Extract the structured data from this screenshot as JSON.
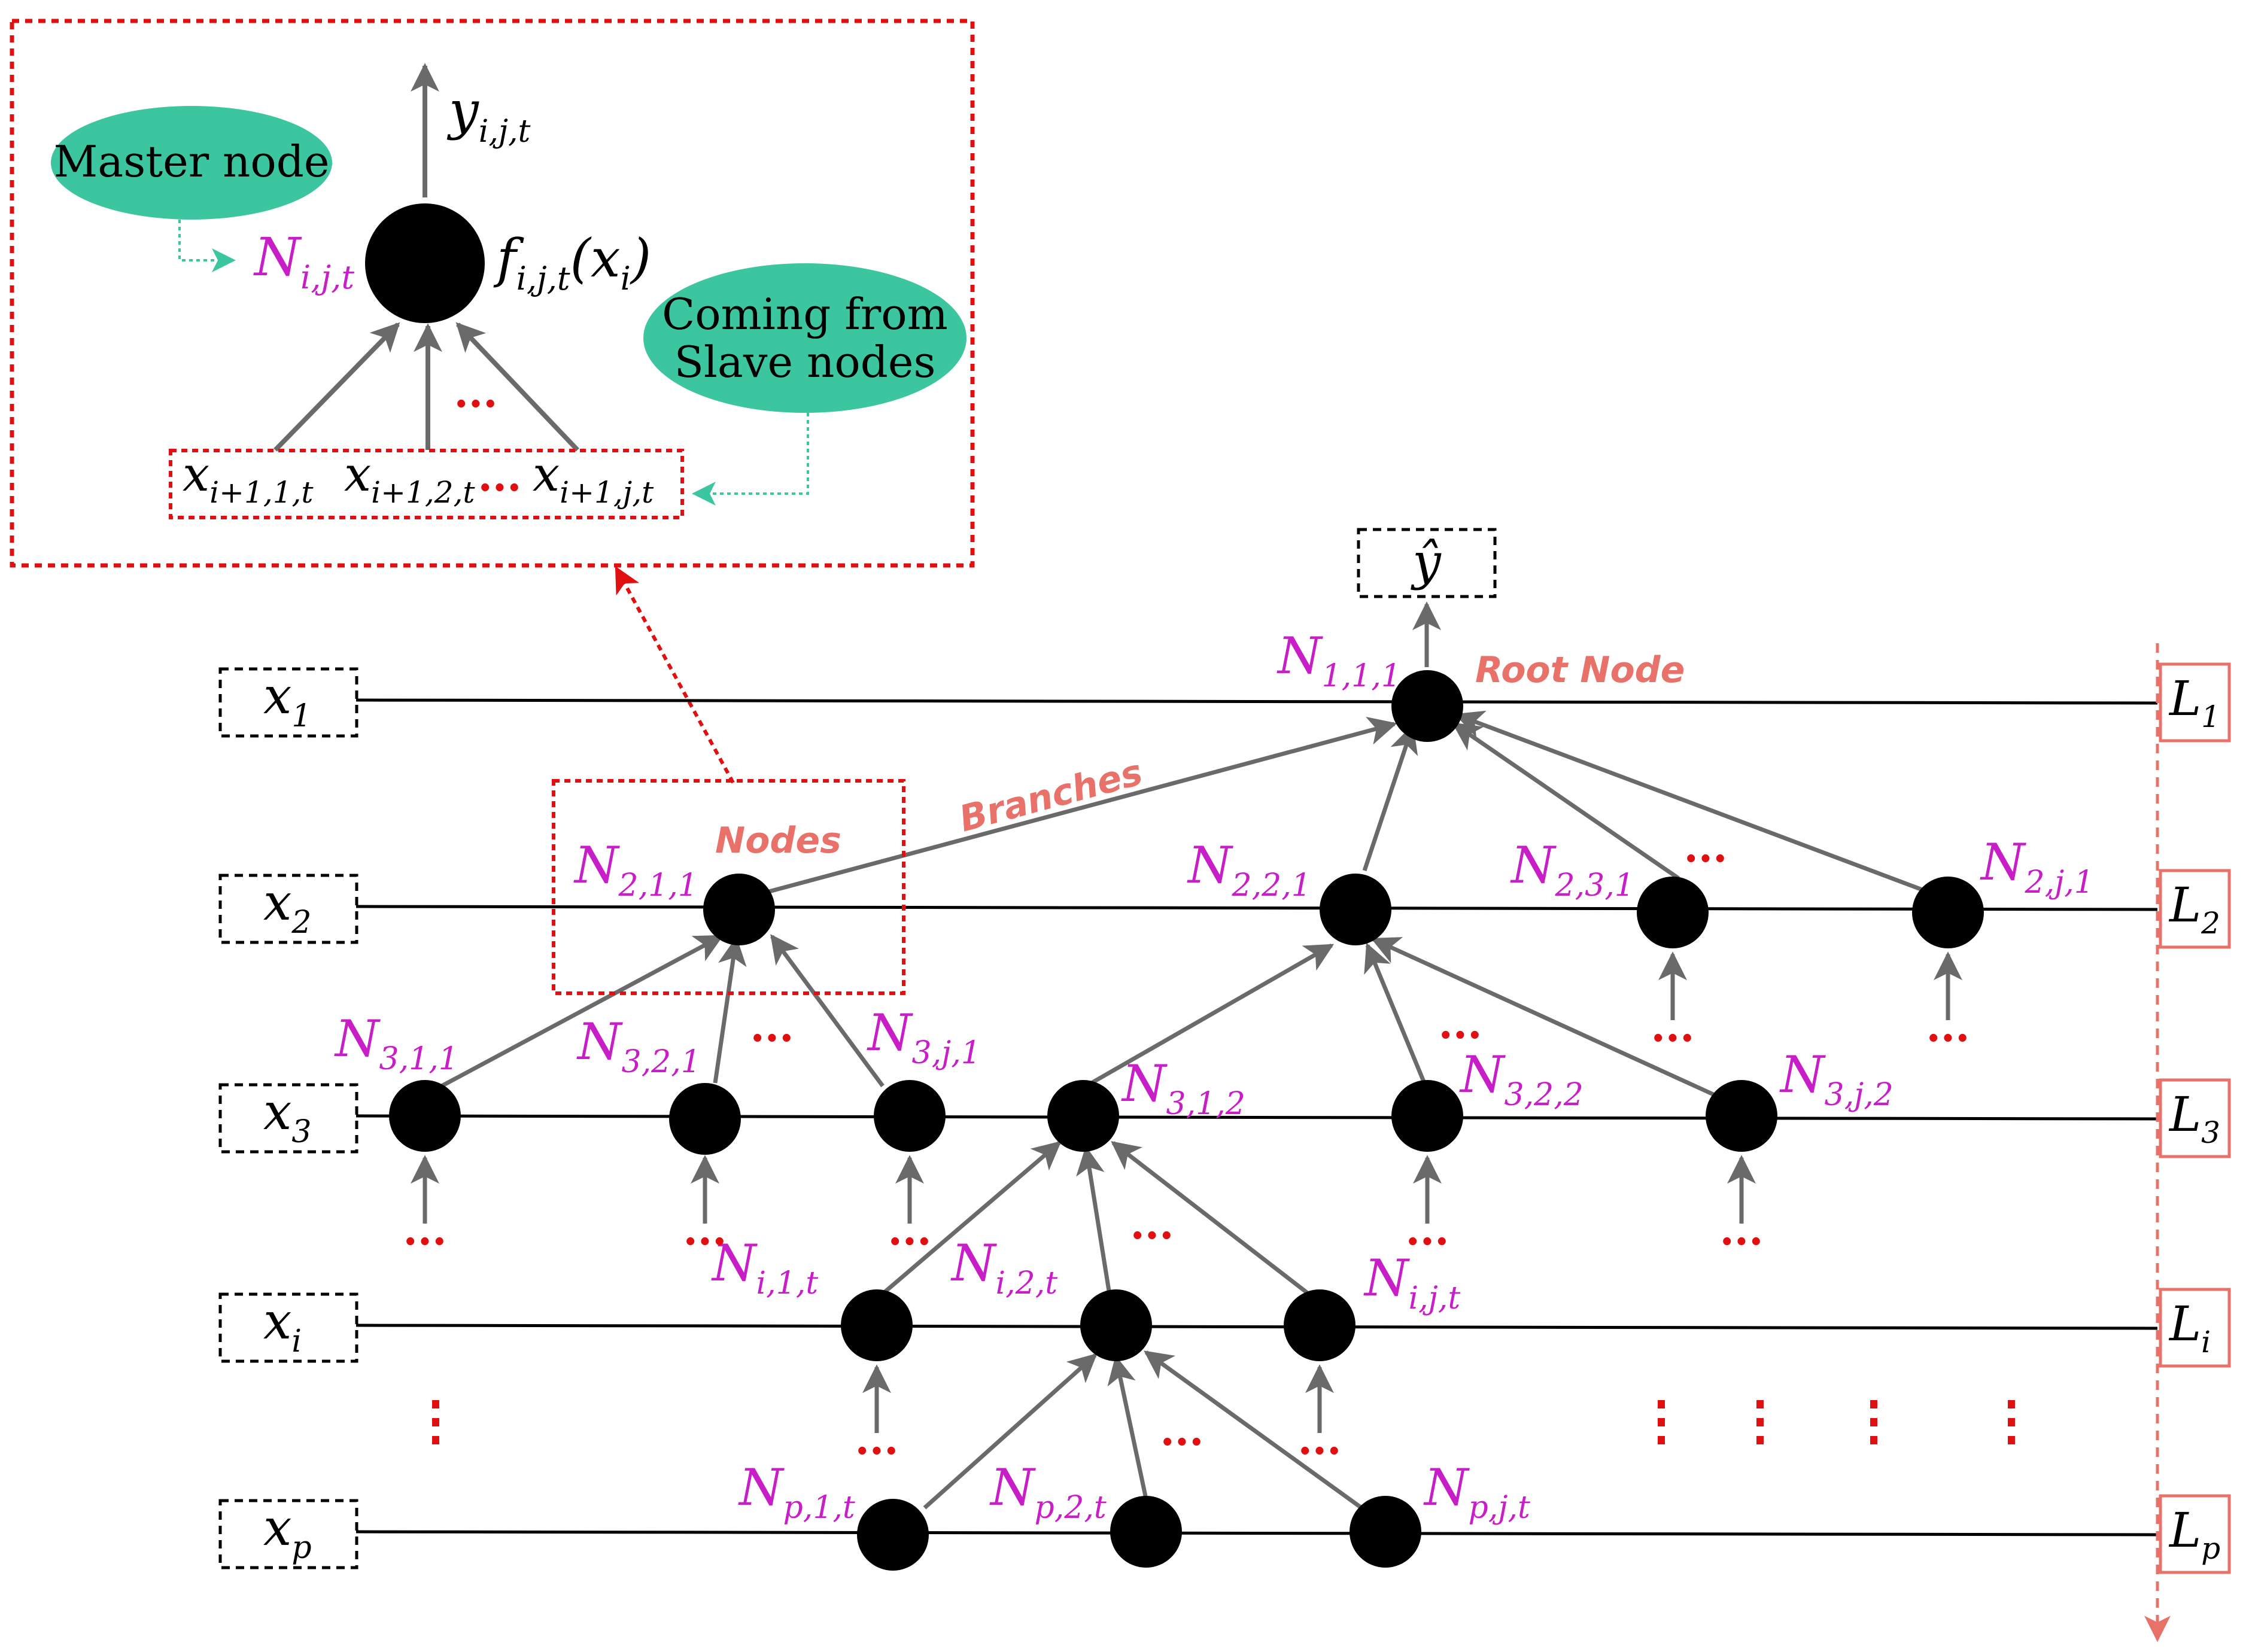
{
  "colors": {
    "node": "#000000",
    "edge": "#6a6a6a",
    "node_label": "#c81ec8",
    "annotation": "#e8726a",
    "dots": "#e01010",
    "bubble": "#3cc6a0",
    "dotted_red": "#e01010"
  },
  "output": {
    "label": "ŷ"
  },
  "annotations": {
    "root_node": "Root Node",
    "branches": "Branches",
    "nodes": "Nodes"
  },
  "inset": {
    "master_bubble": "Master node",
    "slave_bubble_line1": "Coming from",
    "slave_bubble_line2": "Slave nodes",
    "node_main": "N",
    "node_sub": "i,j,t",
    "output_main": "y",
    "output_sub": "i,j,t",
    "func_main": "f",
    "func_sub": "i,j,t",
    "func_arg": "(x",
    "func_arg_sub": "i",
    "func_close": ")",
    "inputs": [
      {
        "main": "x",
        "sub": "i+1,1,t"
      },
      {
        "main": "x",
        "sub": "i+1,2,t"
      },
      {
        "main": "x",
        "sub": "i+1,j,t"
      }
    ],
    "ellipsis": "..."
  },
  "inputs": [
    {
      "main": "x",
      "sub": "1"
    },
    {
      "main": "x",
      "sub": "2"
    },
    {
      "main": "x",
      "sub": "3"
    },
    {
      "main": "x",
      "sub": "i"
    },
    {
      "main": "x",
      "sub": "p"
    }
  ],
  "layers": [
    {
      "main": "L",
      "sub": "1"
    },
    {
      "main": "L",
      "sub": "2"
    },
    {
      "main": "L",
      "sub": "3"
    },
    {
      "main": "L",
      "sub": "i"
    },
    {
      "main": "L",
      "sub": "p"
    }
  ],
  "nodes": [
    {
      "id": "n111",
      "main": "N",
      "sub": "1,1,1"
    },
    {
      "id": "n211",
      "main": "N",
      "sub": "2,1,1"
    },
    {
      "id": "n221",
      "main": "N",
      "sub": "2,2,1"
    },
    {
      "id": "n231",
      "main": "N",
      "sub": "2,3,1"
    },
    {
      "id": "n2j1",
      "main": "N",
      "sub": "2,j,1"
    },
    {
      "id": "n311",
      "main": "N",
      "sub": "3,1,1"
    },
    {
      "id": "n321",
      "main": "N",
      "sub": "3,2,1"
    },
    {
      "id": "n3j1",
      "main": "N",
      "sub": "3,j,1"
    },
    {
      "id": "n312",
      "main": "N",
      "sub": "3,1,2"
    },
    {
      "id": "n322",
      "main": "N",
      "sub": "3,2,2"
    },
    {
      "id": "n3j2",
      "main": "N",
      "sub": "3,j,2"
    },
    {
      "id": "ni1t",
      "main": "N",
      "sub": "i,1,t"
    },
    {
      "id": "ni2t",
      "main": "N",
      "sub": "i,2,t"
    },
    {
      "id": "nijt",
      "main": "N",
      "sub": "i,j,t"
    },
    {
      "id": "np1t",
      "main": "N",
      "sub": "p,1,t"
    },
    {
      "id": "np2t",
      "main": "N",
      "sub": "p,2,t"
    },
    {
      "id": "npjt",
      "main": "N",
      "sub": "p,j,t"
    }
  ],
  "ellipsis": "..."
}
